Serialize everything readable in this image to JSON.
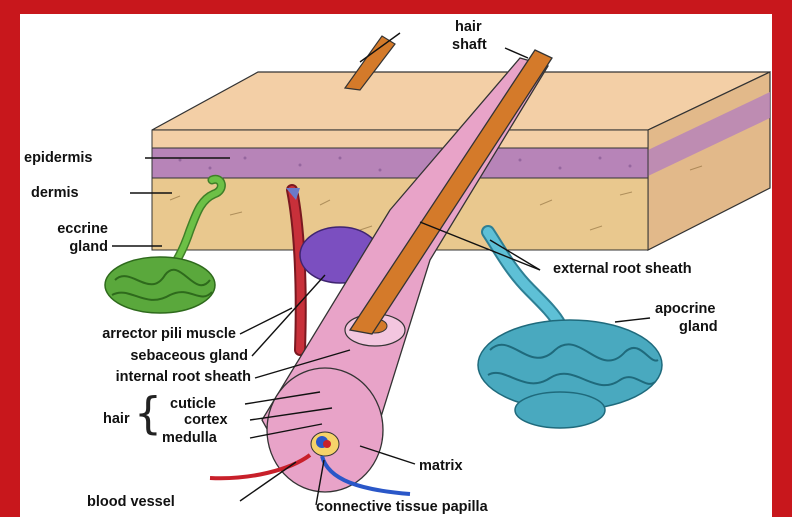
{
  "labels": {
    "hair_shaft_1": "hair",
    "hair_shaft_2": "shaft",
    "epidermis": "epidermis",
    "dermis": "dermis",
    "eccrine_1": "eccrine",
    "eccrine_2": "gland",
    "external_root_sheath": "external root sheath",
    "apocrine_1": "apocrine",
    "apocrine_2": "gland",
    "arrector_pili": "arrector pili muscle",
    "sebaceous": "sebaceous gland",
    "internal_root_sheath": "internal root sheath",
    "hair": "hair",
    "cuticle": "cuticle",
    "cortex": "cortex",
    "medulla": "medulla",
    "matrix": "matrix",
    "blood_vessel": "blood vessel",
    "papilla": "connective tissue papilla"
  },
  "colors": {
    "frame": "#c8171c",
    "skin_top": "#f3cfa6",
    "epidermis": "#b784b8",
    "dermis": "#e9c88e",
    "hair_shaft": "#d47a2a",
    "follicle": "#e8a3c8",
    "eccrine": "#5aa83c",
    "apocrine": "#49a9bf",
    "sebaceous": "#7b4fc0",
    "muscle": "#b0303a",
    "vessel_red": "#c8202a",
    "vessel_blue": "#2a57c8"
  }
}
